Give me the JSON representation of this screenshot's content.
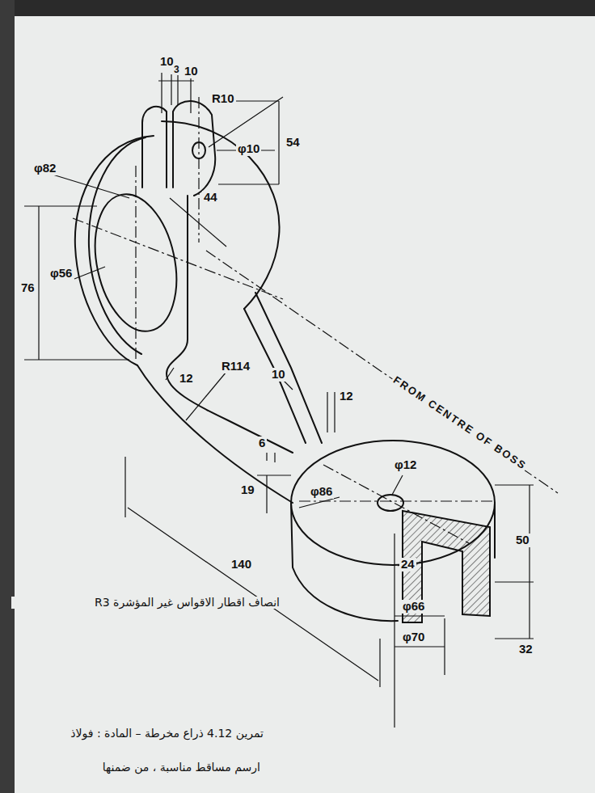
{
  "diagram": {
    "labels": [
      "10",
      "3",
      "10",
      "R10",
      "φ10",
      "54",
      "φ82",
      "44",
      "φ56",
      "76",
      "R114",
      "12",
      "10",
      "12",
      "6",
      "19",
      "φ12",
      "φ86",
      "FROM CENTRE OF BOSS",
      "50",
      "140",
      "24",
      "φ66",
      "φ70",
      "32",
      "انصاف اقطار الاقواس غير المؤشرة R3",
      "تمرين 4.12 ذراع مخرطة – المادة : فولاذ",
      "ارسم مساقط مناسبة ، من ضمنها"
    ]
  }
}
